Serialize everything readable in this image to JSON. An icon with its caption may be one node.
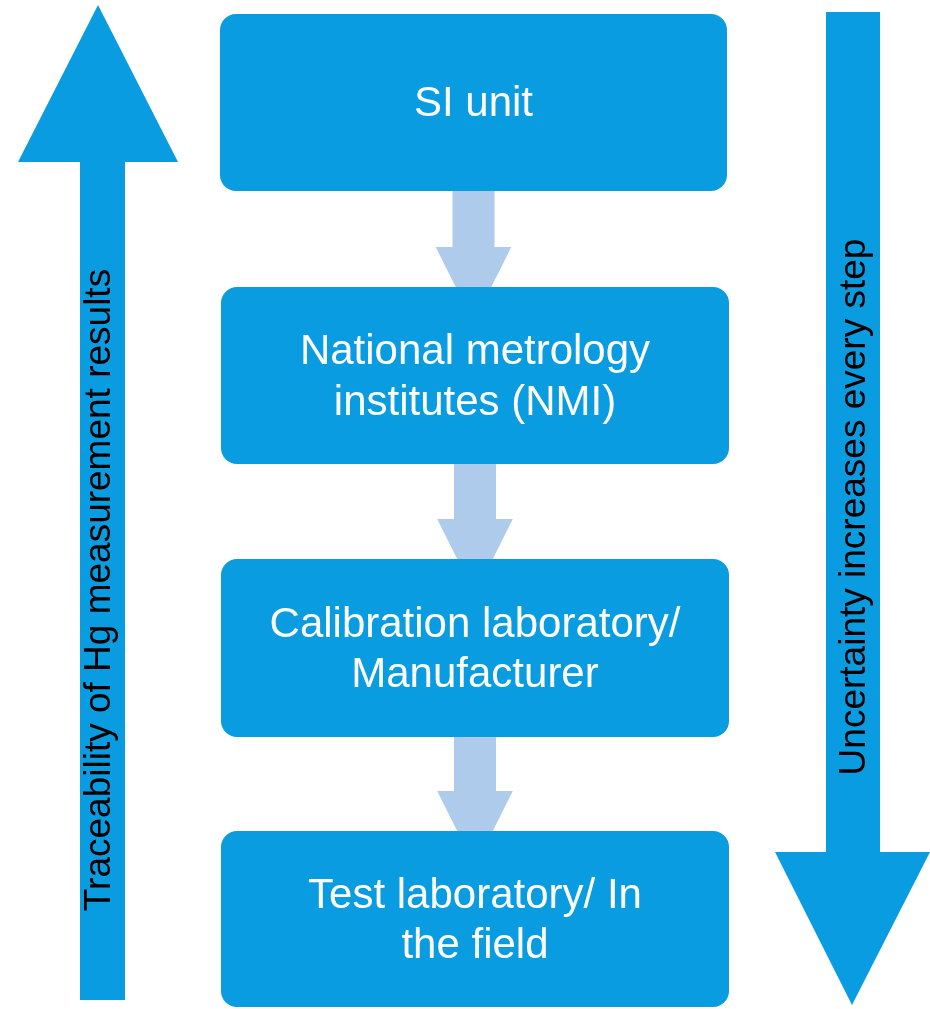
{
  "diagram": {
    "nodes": [
      {
        "text": [
          "SI unit"
        ]
      },
      {
        "text": [
          "National metrology institutes (NMI)"
        ]
      },
      {
        "text": [
          "Calibration laboratory/ Manufacturer"
        ]
      },
      {
        "text": [
          "Test laboratory/ In the field"
        ]
      },
      {
        "text": [
          "Traceability of Hg measurement results"
        ]
      },
      {
        "text": [
          "Uncertainty increases every step"
        ]
      }
    ],
    "edges": [
      {
        "from": 0,
        "to": 1,
        "arrow": "to"
      },
      {
        "from": 1,
        "to": 2,
        "arrow": "to"
      },
      {
        "from": 2,
        "to": 3,
        "arrow": "to"
      }
    ]
  }
}
